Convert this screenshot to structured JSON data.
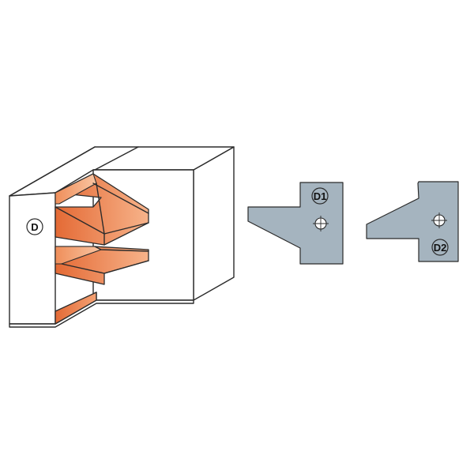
{
  "labels": {
    "workpiece": "D",
    "knife_1": "D1",
    "knife_2": "D2"
  },
  "colors": {
    "cut_profile": "#e97a45",
    "cut_profile_light": "#f6a878",
    "knife_fill": "#a5b4bf",
    "outline": "#2b2b2b",
    "background": "#ffffff"
  },
  "icons": {
    "knife_hole": "crosshair-circle-icon"
  }
}
